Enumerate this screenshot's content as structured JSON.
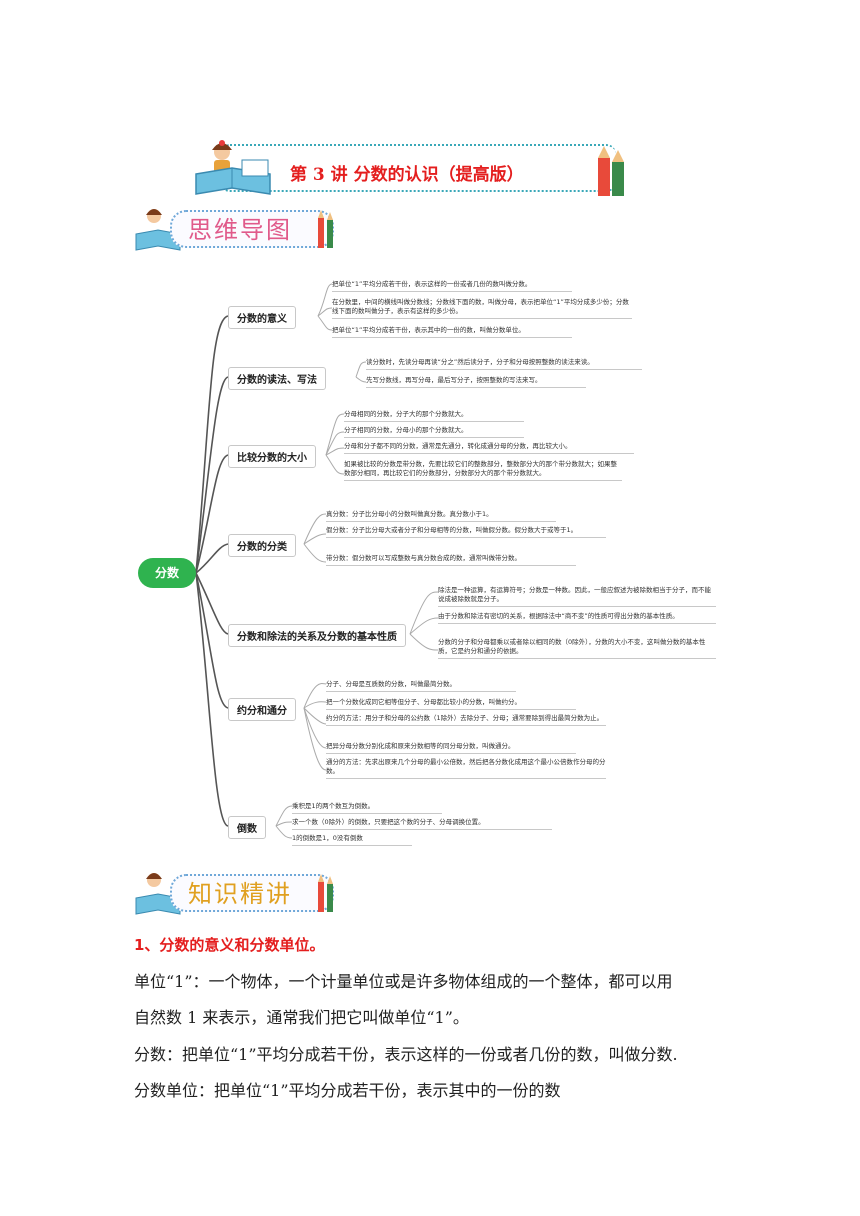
{
  "title": "第 3 讲 分数的认识（提高版）",
  "section1": "思维导图",
  "section2": "知识精讲",
  "mindmap": {
    "root": "分数",
    "branches": [
      {
        "label": "分数的意义",
        "leaves": [
          "把单位“1”平均分成若干份，表示这样的一份或者几份的数叫做分数。",
          "在分数里，中间的横线叫做分数线；分数线下面的数，叫做分母，表示把单位“1”平均分成多少份；分数线下面的数叫做分子，表示有这样的多少份。",
          "把单位“1”平均分成若干份，表示其中的一份的数，叫做分数单位。"
        ]
      },
      {
        "label": "分数的读法、写法",
        "leaves": [
          "读分数时，先读分母再读“分之”然后读分子，分子和分母按照整数的读法来读。",
          "先写分数线，再写分母，最后写分子，按照整数的写法来写。"
        ]
      },
      {
        "label": "比较分数的大小",
        "leaves": [
          "分母相同的分数，分子大的那个分数就大。",
          "分子相同的分数，分母小的那个分数就大。",
          "分母和分子都不同的分数，通常是先通分，转化成通分母的分数，再比较大小。",
          "如果被比较的分数是带分数，先要比较它们的整数部分，整数部分大的那个带分数就大；如果整数部分相同，再比较它们的分数部分，分数部分大的那个带分数就大。"
        ]
      },
      {
        "label": "分数的分类",
        "leaves": [
          "真分数：分子比分母小的分数叫做真分数。真分数小于1。",
          "假分数：分子比分母大或者分子和分母相等的分数，叫做假分数。假分数大于或等于1。",
          "带分数：假分数可以写成整数与真分数合成的数，通常叫做带分数。"
        ]
      },
      {
        "label": "分数和除法的关系及分数的基本性质",
        "leaves": [
          "除法是一种运算，有运算符号；分数是一种数。因此，一般应叙述为被除数相当于分子，而不能说成被除数就是分子。",
          "由于分数和除法有密切的关系，根据除法中“商不变”的性质可得出分数的基本性质。",
          "分数的分子和分母都乘以或者除以相同的数（0除外），分数的大小不变，这叫做分数的基本性质，它是约分和通分的依据。"
        ]
      },
      {
        "label": "约分和通分",
        "leaves": [
          "分子、分母是互质数的分数，叫做最简分数。",
          "把一个分数化成同它相等但分子、分母都比较小的分数，叫做约分。",
          "约分的方法：用分子和分母的公约数（1除外）去除分子、分母；通常要除到得出最简分数为止。",
          "把异分母分数分别化成和原来分数相等的同分母分数，叫做通分。",
          "通分的方法：先求出原来几个分母的最小公倍数，然后把各分数化成用这个最小公倍数作分母的分数。"
        ]
      },
      {
        "label": "倒数",
        "leaves": [
          "乘积是1的两个数互为倒数。",
          "求一个数（0除外）的倒数，只要把这个数的分子、分母调换位置。",
          "1的倒数是1，0没有倒数"
        ]
      }
    ]
  },
  "content": {
    "heading": "1、分数的意义和分数单位。",
    "lines": [
      "单位“1”：一个物体，一个计量单位或是许多物体组成的一个整体，都可以用",
      "自然数 1 来表示，通常我们把它叫做单位“1”。",
      "分数：把单位“1”平均分成若干份，表示这样的一份或者几份的数，叫做分数.",
      "分数单位：把单位“1”平均分成若干份，表示其中的一份的数"
    ]
  }
}
